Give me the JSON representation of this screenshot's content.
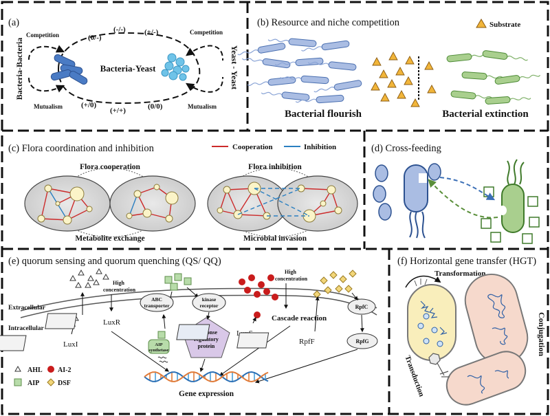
{
  "panels": {
    "a": {
      "title": "(a)",
      "center_label": "Bacteria-Yeast",
      "left_side": "Bacteria-Bacteria",
      "right_side": "Yeast - Yeast",
      "competition": "Competition",
      "mutualism": "Mutualism",
      "interactions": {
        "top1": "(0/-)",
        "top2": "(-/-)",
        "top3": "(+/-)",
        "bot1": "(+/0)",
        "bot2": "(+/+)",
        "bot3": "(0/0)"
      }
    },
    "b": {
      "title": "(b) Resource and niche competition",
      "legend": "Substrate",
      "left_caption": "Bacterial flourish",
      "right_caption": "Bacterial extinction"
    },
    "c": {
      "title": "(c) Flora coordination and inhibition",
      "legend_cooperation": "Cooperation",
      "legend_inhibition": "Inhibition",
      "left_top": "Flora cooperation",
      "left_bottom": "Metabolite exchange",
      "right_top": "Flora inhibition",
      "right_bottom": "Microbial invasion"
    },
    "d": {
      "title": "(d) Cross-feeding"
    },
    "e": {
      "title": "(e) quorum sensing and quorum quenching (QS/ QQ)",
      "extracellular": "Extracellular",
      "intracellular": "Intracellular",
      "high1": "High",
      "conc1": "concentration",
      "high2": "High",
      "conc2": "concentration",
      "abc1": "ABC",
      "abc2": "transporter",
      "kin1": "kinase",
      "kin2": "receptor",
      "rpfc": "RpfC",
      "luxi": "LuxI",
      "luxr": "LuxR",
      "luxs": "LuxS",
      "rpff": "RpfF",
      "rpfg": "RpfG",
      "aip_syn1": "AIP",
      "aip_syn2": "synthetase",
      "resp1": "Response",
      "resp2": "regulatory",
      "resp3": "protein",
      "cascade": "Cascade reaction",
      "gene_expression": "Gene expression",
      "legend": {
        "ahl": "AHL",
        "ai2": "AI-2",
        "aip": "AIP",
        "dsf": "DSF"
      }
    },
    "f": {
      "title": "(f) Horizontal gene transfer (HGT)",
      "transformation": "Transformation",
      "conjugation": "Conjugation",
      "transduction": "Transduction"
    }
  },
  "colors": {
    "bacteria_blue": "#4a7bc4",
    "bacteria_light": "#aabde3",
    "bacteria_green": "#a9cf8e",
    "yeast": "#6fc3e8",
    "substrate": "#f1b53a",
    "cooperation": "#cc2a2a",
    "inhibition": "#2a7fc1",
    "cell_fill": "#f9eebb",
    "aip_green": "#b8dcaa",
    "ai2_red": "#c91c1c",
    "dsf_yellow": "#f2d67a",
    "pentagon": "#d9c8e8",
    "pink_cell": "#f6d9cc"
  }
}
